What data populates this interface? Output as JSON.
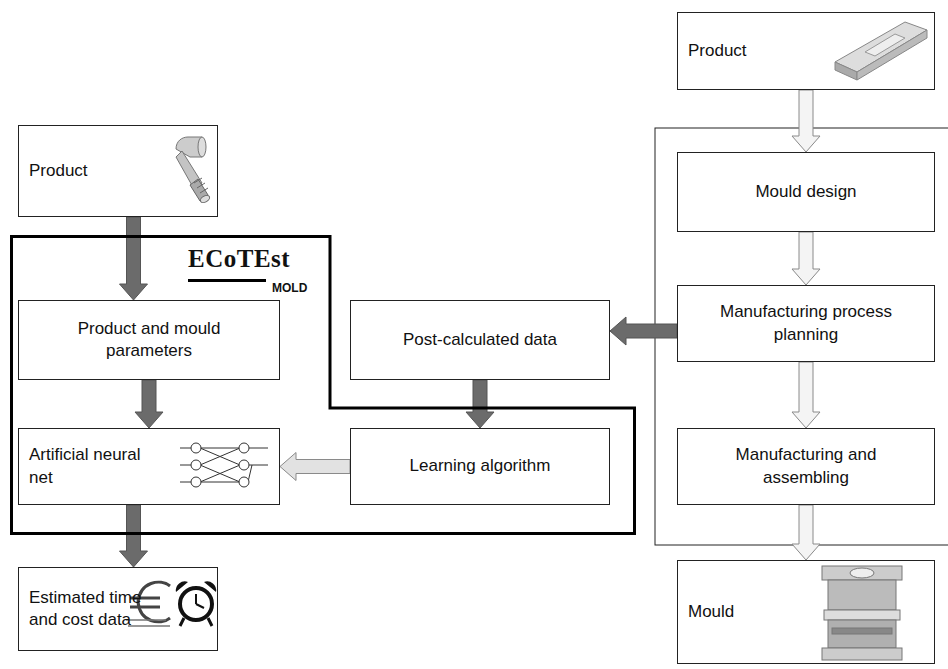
{
  "diagram": {
    "nodes": [
      {
        "text": [
          "Product"
        ]
      },
      {
        "text": [
          "ECoTEst",
          "MOLD"
        ]
      },
      {
        "text": [
          "Product and mould parameters"
        ],
        "in": 1
      },
      {
        "text": [
          "Artificial neural net"
        ],
        "in": 1
      },
      {
        "text": [
          "Learning algorithm"
        ],
        "in": 1
      },
      {
        "text": [
          "Post-calculated data"
        ]
      },
      {
        "text": [
          "Estimated time and cost data"
        ]
      },
      {
        "text": [
          "Product"
        ]
      },
      {
        "text": [
          "Mould design"
        ]
      },
      {
        "text": [
          "Manufacturing process planning"
        ]
      },
      {
        "text": [
          "Manufacturing and assembling"
        ]
      },
      {
        "text": [
          "Mould"
        ]
      }
    ],
    "edges": [
      {
        "from": 0,
        "to": 2,
        "arrow": "to"
      },
      {
        "from": 2,
        "to": 3,
        "arrow": "to"
      },
      {
        "from": 3,
        "to": 6,
        "arrow": "to"
      },
      {
        "from": 5,
        "to": 4,
        "arrow": "to"
      },
      {
        "from": 4,
        "to": 3,
        "arrow": "to"
      },
      {
        "from": 7,
        "to": 8,
        "arrow": "to"
      },
      {
        "from": 8,
        "to": 9,
        "arrow": "to"
      },
      {
        "from": 9,
        "to": 10,
        "arrow": "to"
      },
      {
        "from": 10,
        "to": 11,
        "arrow": "to"
      },
      {
        "from": 9,
        "to": 5,
        "arrow": "to"
      }
    ]
  }
}
